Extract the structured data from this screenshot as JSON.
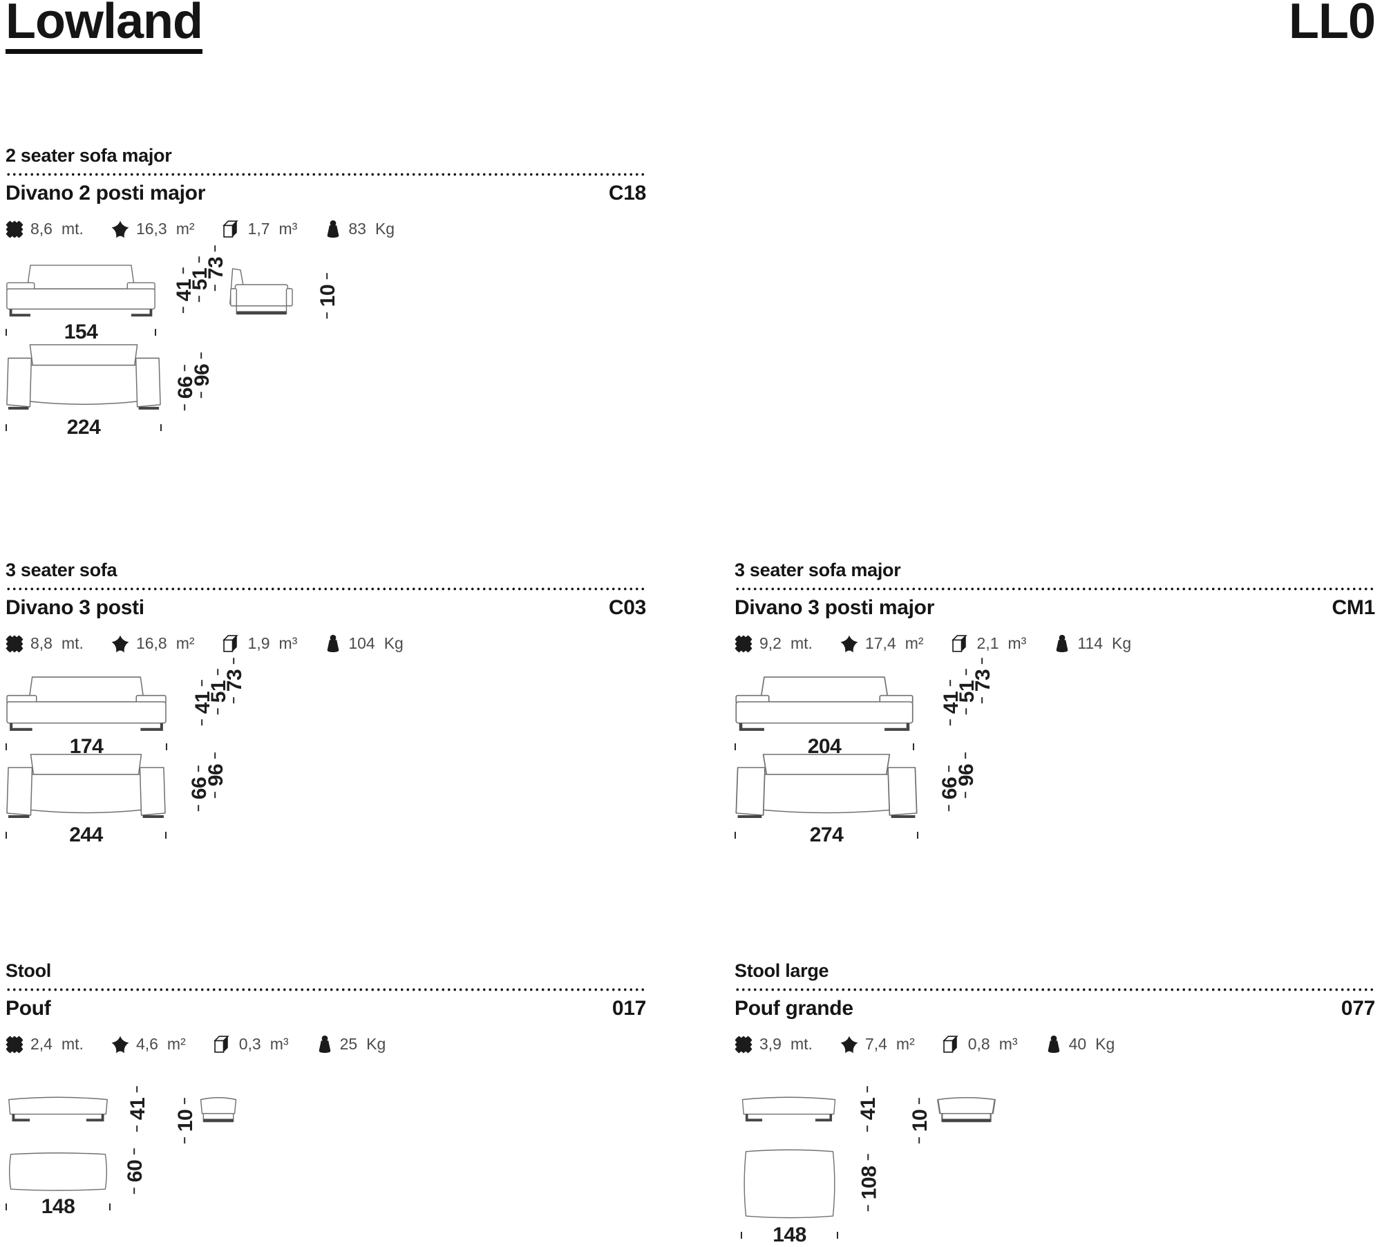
{
  "page": {
    "title": "Lowland",
    "code": "LL0"
  },
  "products": [
    {
      "type_en": "2 seater sofa major",
      "name_it": "Divano 2 posti major",
      "code": "C18",
      "specs": [
        {
          "icon": "fabric-swatch-icon",
          "value": "8,6",
          "unit": "mt."
        },
        {
          "icon": "leather-hide-icon",
          "value": "16,3",
          "unit": "m²"
        },
        {
          "icon": "volume-cube-icon",
          "value": "1,7",
          "unit": "m³"
        },
        {
          "icon": "weight-icon",
          "value": "83",
          "unit": "Kg"
        }
      ],
      "dims": {
        "front_width": "154",
        "heights": [
          "41",
          "51",
          "73"
        ],
        "plinth_height": "10",
        "top_width": "224",
        "depths": [
          "66",
          "96"
        ]
      }
    },
    {
      "type_en": "3 seater sofa",
      "name_it": "Divano 3 posti",
      "code": "C03",
      "specs": [
        {
          "icon": "fabric-swatch-icon",
          "value": "8,8",
          "unit": "mt."
        },
        {
          "icon": "leather-hide-icon",
          "value": "16,8",
          "unit": "m²"
        },
        {
          "icon": "volume-cube-icon",
          "value": "1,9",
          "unit": "m³"
        },
        {
          "icon": "weight-icon",
          "value": "104",
          "unit": "Kg"
        }
      ],
      "dims": {
        "front_width": "174",
        "heights": [
          "41",
          "51",
          "73"
        ],
        "top_width": "244",
        "depths": [
          "66",
          "96"
        ]
      }
    },
    {
      "type_en": "3 seater sofa major",
      "name_it": "Divano 3 posti major",
      "code": "CM1",
      "specs": [
        {
          "icon": "fabric-swatch-icon",
          "value": "9,2",
          "unit": "mt."
        },
        {
          "icon": "leather-hide-icon",
          "value": "17,4",
          "unit": "m²"
        },
        {
          "icon": "volume-cube-icon",
          "value": "2,1",
          "unit": "m³"
        },
        {
          "icon": "weight-icon",
          "value": "114",
          "unit": "Kg"
        }
      ],
      "dims": {
        "front_width": "204",
        "heights": [
          "41",
          "51",
          "73"
        ],
        "top_width": "274",
        "depths": [
          "66",
          "96"
        ]
      }
    },
    {
      "type_en": "Stool",
      "name_it": "Pouf",
      "code": "017",
      "specs": [
        {
          "icon": "fabric-swatch-icon",
          "value": "2,4",
          "unit": "mt."
        },
        {
          "icon": "leather-hide-icon",
          "value": "4,6",
          "unit": "m²"
        },
        {
          "icon": "volume-cube-icon",
          "value": "0,3",
          "unit": "m³"
        },
        {
          "icon": "weight-icon",
          "value": "25",
          "unit": "Kg"
        }
      ],
      "dims": {
        "front_height": "41",
        "plinth_height": "10",
        "top_width": "148",
        "top_depth": "60"
      }
    },
    {
      "type_en": "Stool large",
      "name_it": "Pouf grande",
      "code": "077",
      "specs": [
        {
          "icon": "fabric-swatch-icon",
          "value": "3,9",
          "unit": "mt."
        },
        {
          "icon": "leather-hide-icon",
          "value": "7,4",
          "unit": "m²"
        },
        {
          "icon": "volume-cube-icon",
          "value": "0,8",
          "unit": "m³"
        },
        {
          "icon": "weight-icon",
          "value": "40",
          "unit": "Kg"
        }
      ],
      "dims": {
        "front_height": "41",
        "plinth_height": "10",
        "top_width": "148",
        "top_depth": "108"
      }
    }
  ]
}
